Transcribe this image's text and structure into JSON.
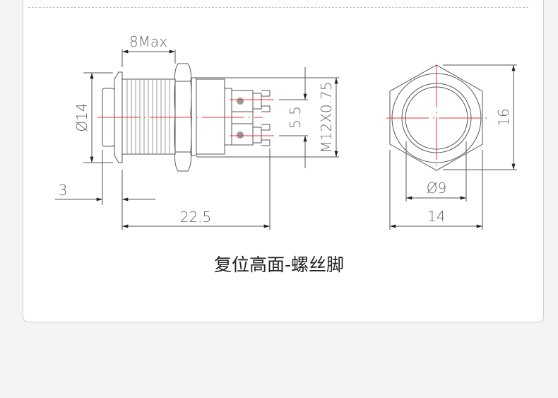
{
  "drawing": {
    "dims": {
      "max_length": "8Max",
      "diameter_cap": "Ø14",
      "terminal_pitch": "5.5",
      "thread": "M12X0.75",
      "cap_height": "3",
      "total_length": "22.5",
      "hex_height": "16",
      "inner_diameter": "Ø9",
      "hex_width": "14"
    },
    "caption": "复位高面-螺丝脚"
  }
}
